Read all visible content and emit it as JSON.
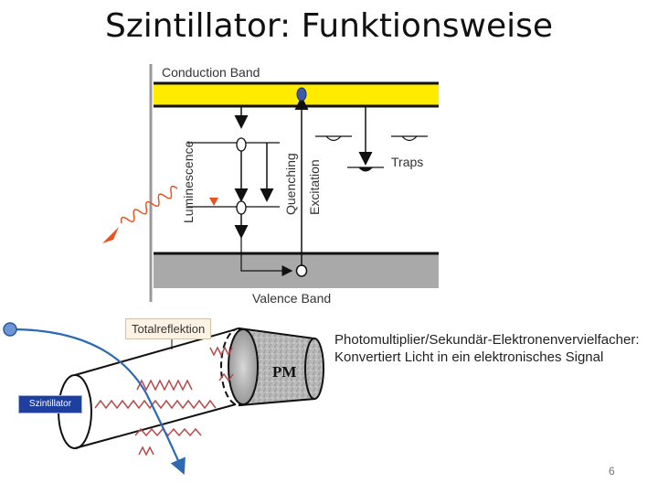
{
  "slide": {
    "title": "Szintillator: Funktionsweise",
    "page_number": "6"
  },
  "band_diagram": {
    "conduction_band": "Conduction Band",
    "valence_band": "Valence Band",
    "luminescence": "Luminescence",
    "quenching": "Quenching",
    "excitation": "Excitation",
    "traps": "Traps",
    "colors": {
      "conduction": "#ffeb00",
      "valence": "#a9a9a9",
      "photon_arrow": "#e8531f",
      "electron": "#3d5aa8"
    }
  },
  "detector": {
    "totalreflektion": "Totalreflektion",
    "szintillator": "Szintillator",
    "pm_label": "PM",
    "description": "Photomultiplier/Sekundär-Elektronenvervielfacher: Konvertiert Licht in ein elektronisches Signal"
  }
}
